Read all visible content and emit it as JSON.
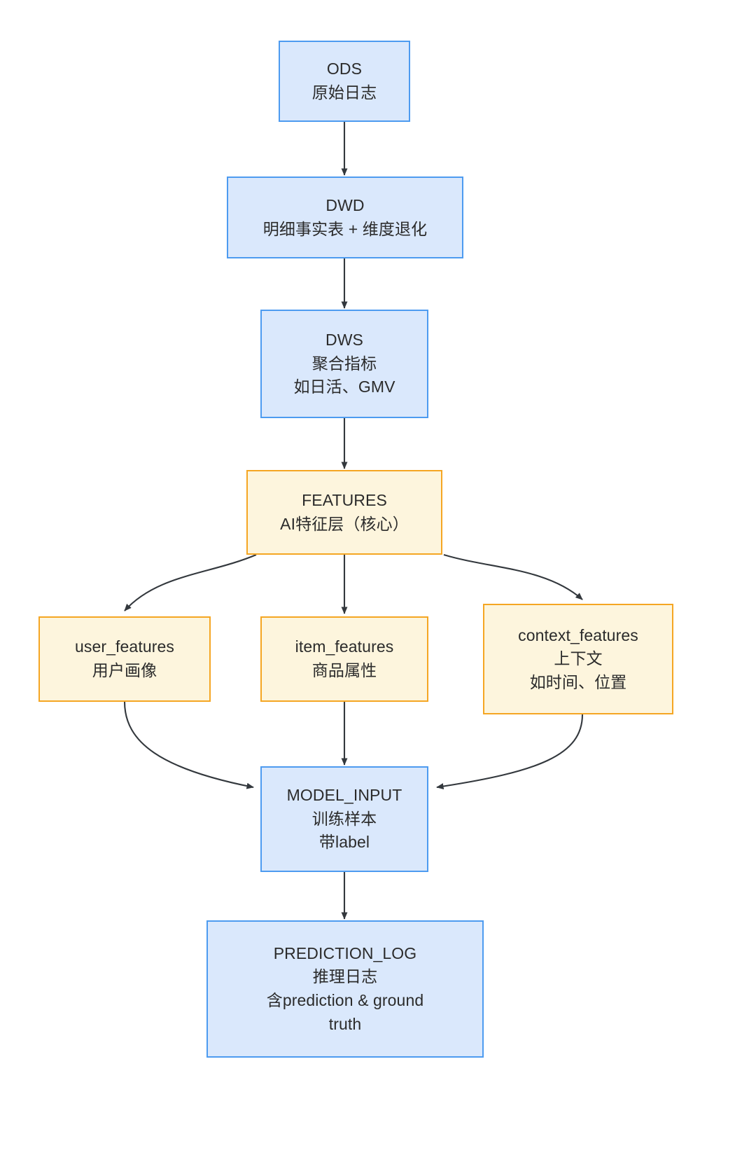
{
  "diagram": {
    "type": "flowchart",
    "title": "",
    "orientation": "top-to-bottom",
    "colors": {
      "blue_fill": "#dae8fc",
      "blue_stroke": "#4d9bf0",
      "orange_fill": "#fdf5dd",
      "orange_stroke": "#f5a623",
      "edge_stroke": "#33383d",
      "text": "#2b2b2b",
      "background": "#ffffff"
    },
    "nodes": [
      {
        "id": "ods",
        "style": "blue",
        "lines": [
          "ODS",
          "原始日志"
        ]
      },
      {
        "id": "dwd",
        "style": "blue",
        "lines": [
          "DWD",
          "明细事实表 + 维度退化"
        ]
      },
      {
        "id": "dws",
        "style": "blue",
        "lines": [
          "DWS",
          "聚合指标",
          "如日活、GMV"
        ]
      },
      {
        "id": "features",
        "style": "orange",
        "lines": [
          "FEATURES",
          "AI特征层（核心）"
        ]
      },
      {
        "id": "user_features",
        "style": "orange",
        "lines": [
          "user_features",
          "用户画像"
        ]
      },
      {
        "id": "item_features",
        "style": "orange",
        "lines": [
          "item_features",
          "商品属性"
        ]
      },
      {
        "id": "context_features",
        "style": "orange",
        "lines": [
          "context_features",
          "上下文",
          "如时间、位置"
        ]
      },
      {
        "id": "model_input",
        "style": "blue",
        "lines": [
          "MODEL_INPUT",
          "训练样本",
          "带label"
        ]
      },
      {
        "id": "prediction_log",
        "style": "blue",
        "lines": [
          "PREDICTION_LOG",
          "推理日志",
          "含prediction & ground",
          "truth"
        ]
      }
    ],
    "edges": [
      {
        "from": "ods",
        "to": "dwd",
        "label": ""
      },
      {
        "from": "dwd",
        "to": "dws",
        "label": ""
      },
      {
        "from": "dws",
        "to": "features",
        "label": ""
      },
      {
        "from": "features",
        "to": "user_features",
        "label": ""
      },
      {
        "from": "features",
        "to": "item_features",
        "label": ""
      },
      {
        "from": "features",
        "to": "context_features",
        "label": ""
      },
      {
        "from": "user_features",
        "to": "model_input",
        "label": ""
      },
      {
        "from": "item_features",
        "to": "model_input",
        "label": ""
      },
      {
        "from": "context_features",
        "to": "model_input",
        "label": ""
      },
      {
        "from": "model_input",
        "to": "prediction_log",
        "label": ""
      }
    ]
  }
}
